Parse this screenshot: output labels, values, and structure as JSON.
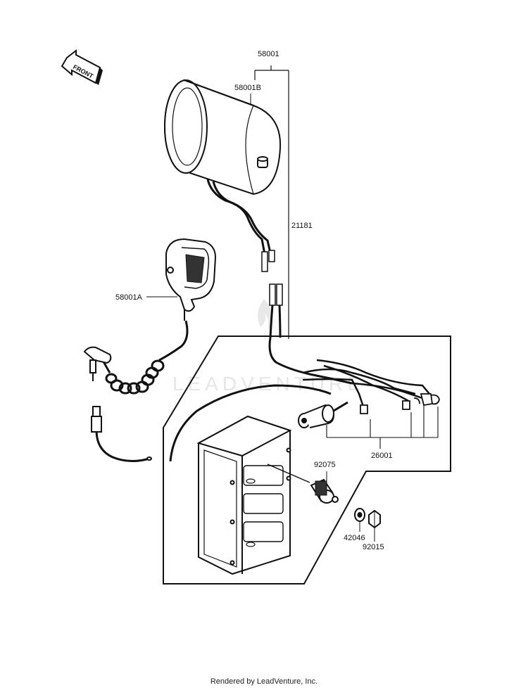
{
  "diagram": {
    "front_label": "FRONT",
    "watermark": "LEADVENTURE",
    "parts": {
      "p58001": "58001",
      "p58001B": "58001B",
      "p21181": "21181",
      "p58001A": "58001A",
      "p92075": "92075",
      "p26001": "26001",
      "p42046": "42046",
      "p92015": "92015"
    },
    "footer": "Rendered by LeadVenture, Inc."
  }
}
